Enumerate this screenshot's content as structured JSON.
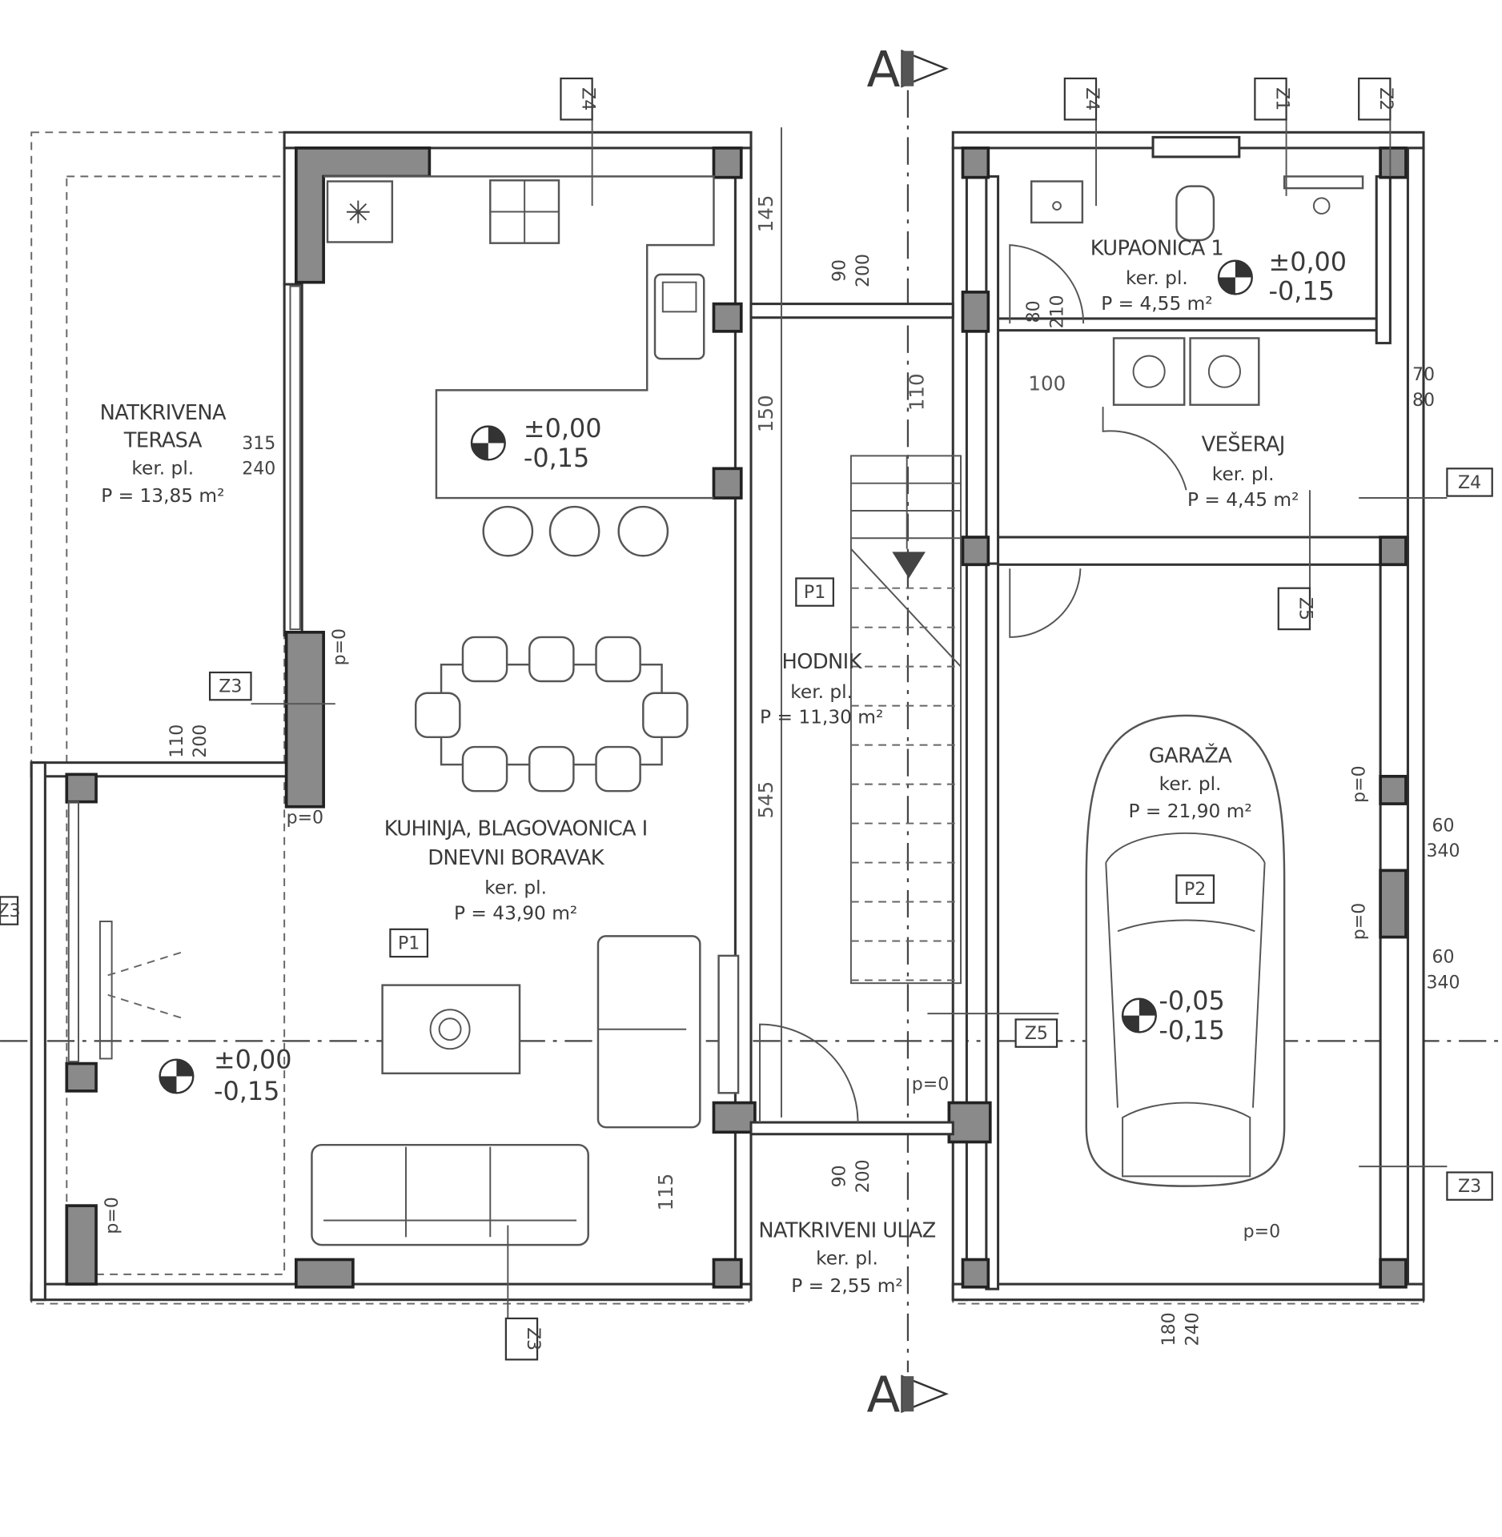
{
  "section": {
    "label": "A"
  },
  "rooms": {
    "terrace": {
      "line1": "NATKRIVENA",
      "line2": "TERASA",
      "floor": "ker. pl.",
      "area": "P = 13,85 m²"
    },
    "living": {
      "line1": "KUHINJA, BLAGOVAONICA I",
      "line2": "DNEVNI BORAVAK",
      "floor": "ker. pl.",
      "area": "P = 43,90 m²"
    },
    "hall": {
      "name": "HODNIK",
      "floor": "ker. pl.",
      "area": "P = 11,30 m²"
    },
    "bathroom": {
      "name": "KUPAONICA 1",
      "floor": "ker. pl.",
      "area": "P = 4,55 m²"
    },
    "laundry": {
      "name": "VEŠERAJ",
      "floor": "ker. pl.",
      "area": "P = 4,45 m²"
    },
    "garage": {
      "name": "GARAŽA",
      "floor": "ker. pl.",
      "area": "P = 21,90 m²"
    },
    "entrance": {
      "name": "NATKRIVENI ULAZ",
      "floor": "ker. pl.",
      "area": "P = 2,55 m²"
    }
  },
  "levels": {
    "kitchen": {
      "top": "±0,00",
      "bottom": "-0,15"
    },
    "living": {
      "top": "±0,00",
      "bottom": "-0,15"
    },
    "bathroom": {
      "top": "±0,00",
      "bottom": "-0,15"
    },
    "garage": {
      "top": "-0,05",
      "bottom": "-0,15"
    }
  },
  "dimensions": {
    "d145": "145",
    "d150": "150",
    "d545": "545",
    "d115": "115",
    "d110": "110",
    "d100": "100",
    "d315": "315",
    "d240": "240",
    "d80": "80",
    "d210": "210",
    "d70": "70",
    "d60": "60",
    "d60b": "60",
    "d340": "340",
    "d340b": "340",
    "d200": "200",
    "d180": "180",
    "d90": "90",
    "p0": "p=0"
  },
  "tags": {
    "z1": "Z1",
    "z2": "Z2",
    "z3": "Z3",
    "z4": "Z4",
    "z5": "Z5",
    "p1": "P1",
    "p2": "P2"
  }
}
